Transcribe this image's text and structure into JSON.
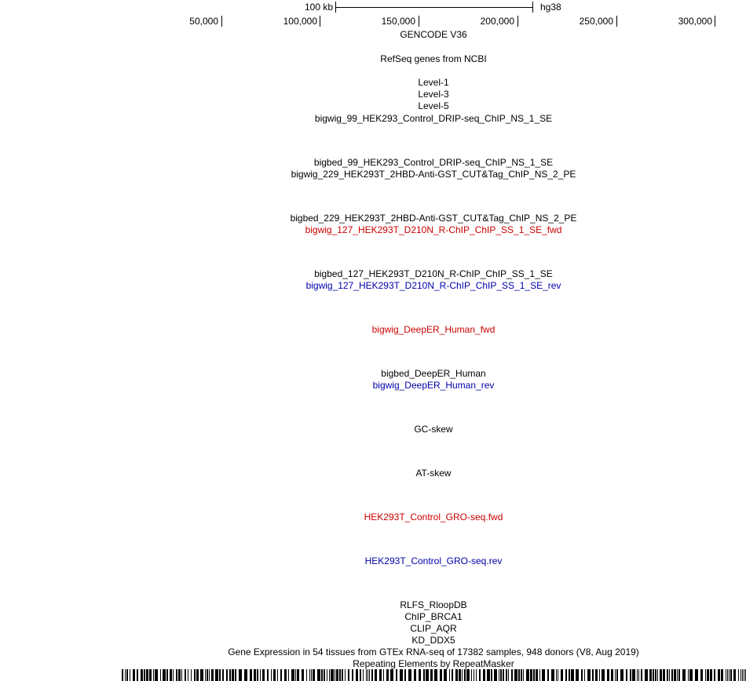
{
  "ruler": {
    "scale_label": "100 kb",
    "assembly": "hg38",
    "ticks": [
      "50,000",
      "100,000",
      "150,000",
      "200,000",
      "250,000",
      "300,000"
    ]
  },
  "tracks": [
    {
      "label": "GENCODE V36",
      "color": "#000000"
    },
    {
      "label": "RefSeq genes from NCBI",
      "color": "#000000"
    },
    {
      "label": "Level-1",
      "color": "#000000"
    },
    {
      "label": "Level-3",
      "color": "#000000"
    },
    {
      "label": "Level-5",
      "color": "#000000"
    },
    {
      "label": "bigwig_99_HEK293_Control_DRIP-seq_ChIP_NS_1_SE",
      "color": "#000000"
    },
    {
      "label": "bigbed_99_HEK293_Control_DRIP-seq_ChIP_NS_1_SE",
      "color": "#000000"
    },
    {
      "label": "bigwig_229_HEK293T_2HBD-Anti-GST_CUT&Tag_ChIP_NS_2_PE",
      "color": "#000000"
    },
    {
      "label": "bigbed_229_HEK293T_2HBD-Anti-GST_CUT&Tag_ChIP_NS_2_PE",
      "color": "#000000"
    },
    {
      "label": "bigwig_127_HEK293T_D210N_R-ChIP_ChIP_SS_1_SE_fwd",
      "color": "#cc0000"
    },
    {
      "label": "bigbed_127_HEK293T_D210N_R-ChIP_ChIP_SS_1_SE",
      "color": "#000000"
    },
    {
      "label": "bigwig_127_HEK293T_D210N_R-ChIP_ChIP_SS_1_SE_rev",
      "color": "#0000aa"
    },
    {
      "label": "bigwig_DeepER_Human_fwd",
      "color": "#cc0000"
    },
    {
      "label": "bigbed_DeepER_Human",
      "color": "#000000"
    },
    {
      "label": "bigwig_DeepER_Human_rev",
      "color": "#0000aa"
    },
    {
      "label": "GC-skew",
      "color": "#000000"
    },
    {
      "label": "AT-skew",
      "color": "#000000"
    },
    {
      "label": "HEK293T_Control_GRO-seq.fwd",
      "color": "#cc0000"
    },
    {
      "label": "HEK293T_Control_GRO-seq.rev",
      "color": "#0000aa"
    },
    {
      "label": "RLFS_RloopDB",
      "color": "#000000"
    },
    {
      "label": "ChIP_BRCA1",
      "color": "#000000"
    },
    {
      "label": "CLIP_AQR",
      "color": "#000000"
    },
    {
      "label": "KD_DDX5",
      "color": "#000000"
    },
    {
      "label": "Gene Expression in 54 tissues from GTEx RNA-seq of 17382 samples, 948 donors (V8, Aug 2019)",
      "color": "#000000"
    },
    {
      "label": "Repeating Elements by RepeatMasker",
      "color": "#000000"
    }
  ]
}
